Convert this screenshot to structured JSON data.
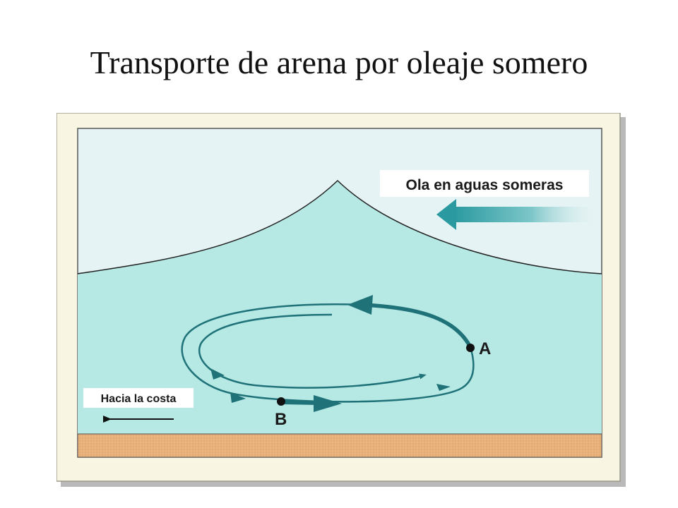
{
  "title": "Transporte de arena por oleaje somero",
  "diagram": {
    "wave_label": "Ola en aguas someras",
    "shore_label": "Hacia la costa",
    "point_a": "A",
    "point_b": "B"
  },
  "colors": {
    "water": "#b6e8e4",
    "sky": "#e6f3f4",
    "sand": "#e8b07a",
    "frame": "#f8f6e2",
    "orbit": "#1e7278"
  }
}
